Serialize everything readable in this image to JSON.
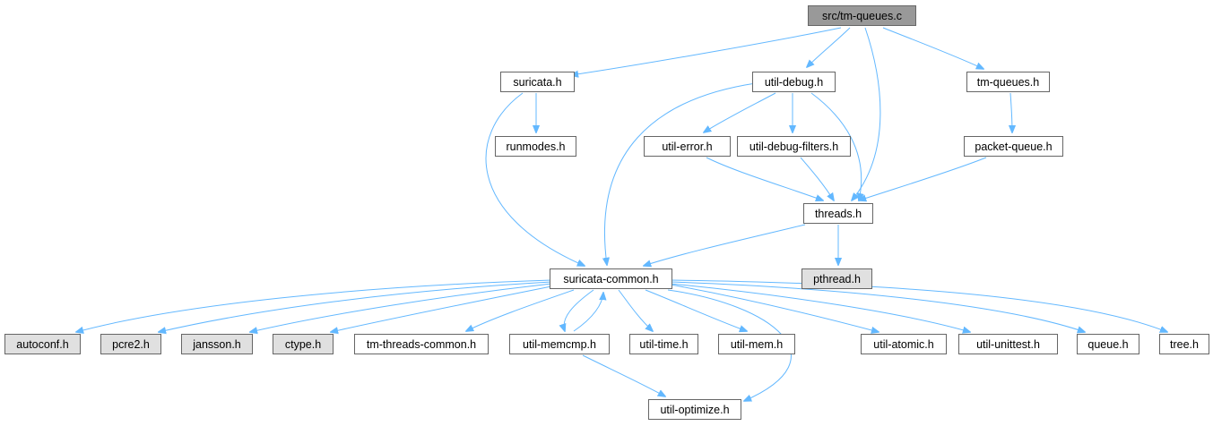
{
  "colors": {
    "root_fill": "#999999",
    "local_fill": "#ffffff",
    "system_fill": "#e0e0e0",
    "border": "#666666",
    "edge": "#63b8ff"
  },
  "nodes": [
    {
      "id": "tm-queues-c",
      "label": "src/tm-queues.c",
      "kind": "root"
    },
    {
      "id": "suricata-h",
      "label": "suricata.h",
      "kind": "local"
    },
    {
      "id": "util-debug-h",
      "label": "util-debug.h",
      "kind": "local"
    },
    {
      "id": "tm-queues-h",
      "label": "tm-queues.h",
      "kind": "local"
    },
    {
      "id": "runmodes-h",
      "label": "runmodes.h",
      "kind": "local"
    },
    {
      "id": "util-error-h",
      "label": "util-error.h",
      "kind": "local"
    },
    {
      "id": "util-debug-filters-h",
      "label": "util-debug-filters.h",
      "kind": "local"
    },
    {
      "id": "packet-queue-h",
      "label": "packet-queue.h",
      "kind": "local"
    },
    {
      "id": "threads-h",
      "label": "threads.h",
      "kind": "local"
    },
    {
      "id": "suricata-common-h",
      "label": "suricata-common.h",
      "kind": "local"
    },
    {
      "id": "pthread-h",
      "label": "pthread.h",
      "kind": "system"
    },
    {
      "id": "autoconf-h",
      "label": "autoconf.h",
      "kind": "system"
    },
    {
      "id": "pcre2-h",
      "label": "pcre2.h",
      "kind": "system"
    },
    {
      "id": "jansson-h",
      "label": "jansson.h",
      "kind": "system"
    },
    {
      "id": "ctype-h",
      "label": "ctype.h",
      "kind": "system"
    },
    {
      "id": "tm-threads-common-h",
      "label": "tm-threads-common.h",
      "kind": "local"
    },
    {
      "id": "util-memcmp-h",
      "label": "util-memcmp.h",
      "kind": "local"
    },
    {
      "id": "util-time-h",
      "label": "util-time.h",
      "kind": "local"
    },
    {
      "id": "util-mem-h",
      "label": "util-mem.h",
      "kind": "local"
    },
    {
      "id": "util-atomic-h",
      "label": "util-atomic.h",
      "kind": "local"
    },
    {
      "id": "util-unittest-h",
      "label": "util-unittest.h",
      "kind": "local"
    },
    {
      "id": "queue-h",
      "label": "queue.h",
      "kind": "local"
    },
    {
      "id": "tree-h",
      "label": "tree.h",
      "kind": "local"
    },
    {
      "id": "util-optimize-h",
      "label": "util-optimize.h",
      "kind": "local"
    }
  ],
  "edges": [
    {
      "from": "tm-queues-c",
      "to": "suricata-h"
    },
    {
      "from": "tm-queues-c",
      "to": "util-debug-h"
    },
    {
      "from": "tm-queues-c",
      "to": "threads-h"
    },
    {
      "from": "tm-queues-c",
      "to": "tm-queues-h"
    },
    {
      "from": "suricata-h",
      "to": "runmodes-h"
    },
    {
      "from": "suricata-h",
      "to": "suricata-common-h"
    },
    {
      "from": "util-debug-h",
      "to": "suricata-common-h"
    },
    {
      "from": "util-debug-h",
      "to": "util-error-h"
    },
    {
      "from": "util-debug-h",
      "to": "util-debug-filters-h"
    },
    {
      "from": "util-debug-h",
      "to": "threads-h"
    },
    {
      "from": "tm-queues-h",
      "to": "packet-queue-h"
    },
    {
      "from": "util-error-h",
      "to": "threads-h"
    },
    {
      "from": "util-debug-filters-h",
      "to": "threads-h"
    },
    {
      "from": "packet-queue-h",
      "to": "threads-h"
    },
    {
      "from": "threads-h",
      "to": "suricata-common-h"
    },
    {
      "from": "threads-h",
      "to": "pthread-h"
    },
    {
      "from": "suricata-common-h",
      "to": "autoconf-h"
    },
    {
      "from": "suricata-common-h",
      "to": "pcre2-h"
    },
    {
      "from": "suricata-common-h",
      "to": "jansson-h"
    },
    {
      "from": "suricata-common-h",
      "to": "ctype-h"
    },
    {
      "from": "suricata-common-h",
      "to": "tm-threads-common-h"
    },
    {
      "from": "suricata-common-h",
      "to": "util-memcmp-h"
    },
    {
      "from": "suricata-common-h",
      "to": "util-time-h"
    },
    {
      "from": "suricata-common-h",
      "to": "util-mem-h"
    },
    {
      "from": "suricata-common-h",
      "to": "util-atomic-h"
    },
    {
      "from": "suricata-common-h",
      "to": "util-unittest-h"
    },
    {
      "from": "suricata-common-h",
      "to": "queue-h"
    },
    {
      "from": "suricata-common-h",
      "to": "tree-h"
    },
    {
      "from": "suricata-common-h",
      "to": "util-optimize-h"
    },
    {
      "from": "util-memcmp-h",
      "to": "suricata-common-h"
    },
    {
      "from": "util-memcmp-h",
      "to": "util-optimize-h"
    }
  ]
}
